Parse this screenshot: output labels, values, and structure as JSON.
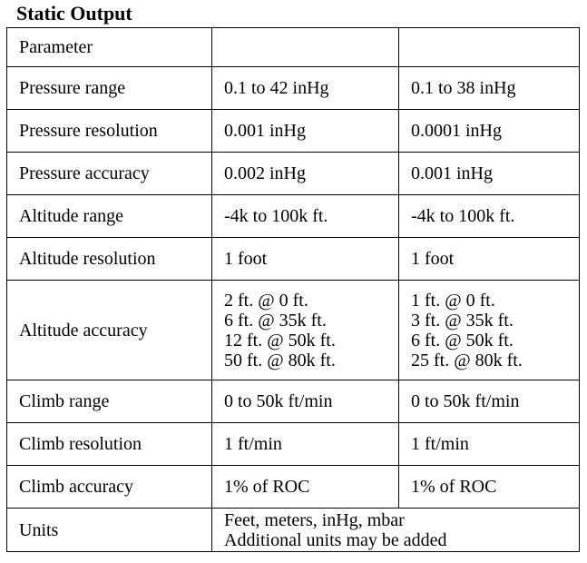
{
  "title": "Static Output",
  "header": {
    "parameter": "Parameter",
    "col2": "",
    "col3": ""
  },
  "rows": [
    {
      "label": "Pressure range",
      "v1": "0.1 to 42 inHg",
      "v2": "0.1 to 38 inHg"
    },
    {
      "label": "Pressure resolution",
      "v1": "0.001 inHg",
      "v2": "0.0001 inHg"
    },
    {
      "label": "Pressure accuracy",
      "v1": "0.002 inHg",
      "v2": "0.001 inHg"
    },
    {
      "label": "Altitude range",
      "v1": "-4k to 100k ft.",
      "v2": "-4k to 100k ft."
    },
    {
      "label": "Altitude resolution",
      "v1": "1 foot",
      "v2": "1 foot"
    },
    {
      "label": "Altitude accuracy",
      "v1": [
        "2 ft. @ 0 ft.",
        "6 ft. @ 35k ft.",
        "12 ft. @ 50k ft.",
        "50 ft. @ 80k ft."
      ],
      "v2": [
        "1 ft. @ 0 ft.",
        "3 ft. @ 35k ft.",
        "6 ft. @ 50k ft.",
        "25 ft. @ 80k ft."
      ]
    },
    {
      "label": "Climb range",
      "v1": "0 to 50k ft/min",
      "v2": "0 to 50k ft/min"
    },
    {
      "label": "Climb resolution",
      "v1": "1 ft/min",
      "v2": "1 ft/min"
    },
    {
      "label": "Climb accuracy",
      "v1": "1% of ROC",
      "v2": "1% of ROC"
    },
    {
      "label": "Units",
      "v": [
        "Feet, meters, inHg, mbar",
        "Additional units may be added"
      ]
    }
  ]
}
